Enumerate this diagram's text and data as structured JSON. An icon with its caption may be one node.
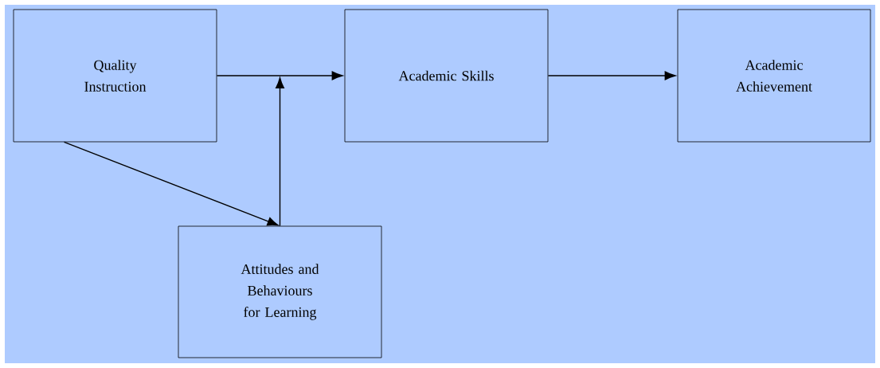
{
  "diagram": {
    "nodes": [
      {
        "text": [
          "Quality Instruction"
        ]
      },
      {
        "text": [
          "Academic Skills"
        ]
      },
      {
        "text": [
          "Academic Achievement"
        ]
      },
      {
        "text": [
          "Attitudes and Behaviours for Learning"
        ]
      }
    ],
    "edges": [
      {
        "from": 0,
        "to": 1,
        "arrow": "to"
      },
      {
        "from": 0,
        "to": 3,
        "arrow": "to"
      },
      {
        "from": 3,
        "to": null,
        "arrow": "to"
      },
      {
        "from": 1,
        "to": 2,
        "arrow": "to"
      }
    ]
  }
}
